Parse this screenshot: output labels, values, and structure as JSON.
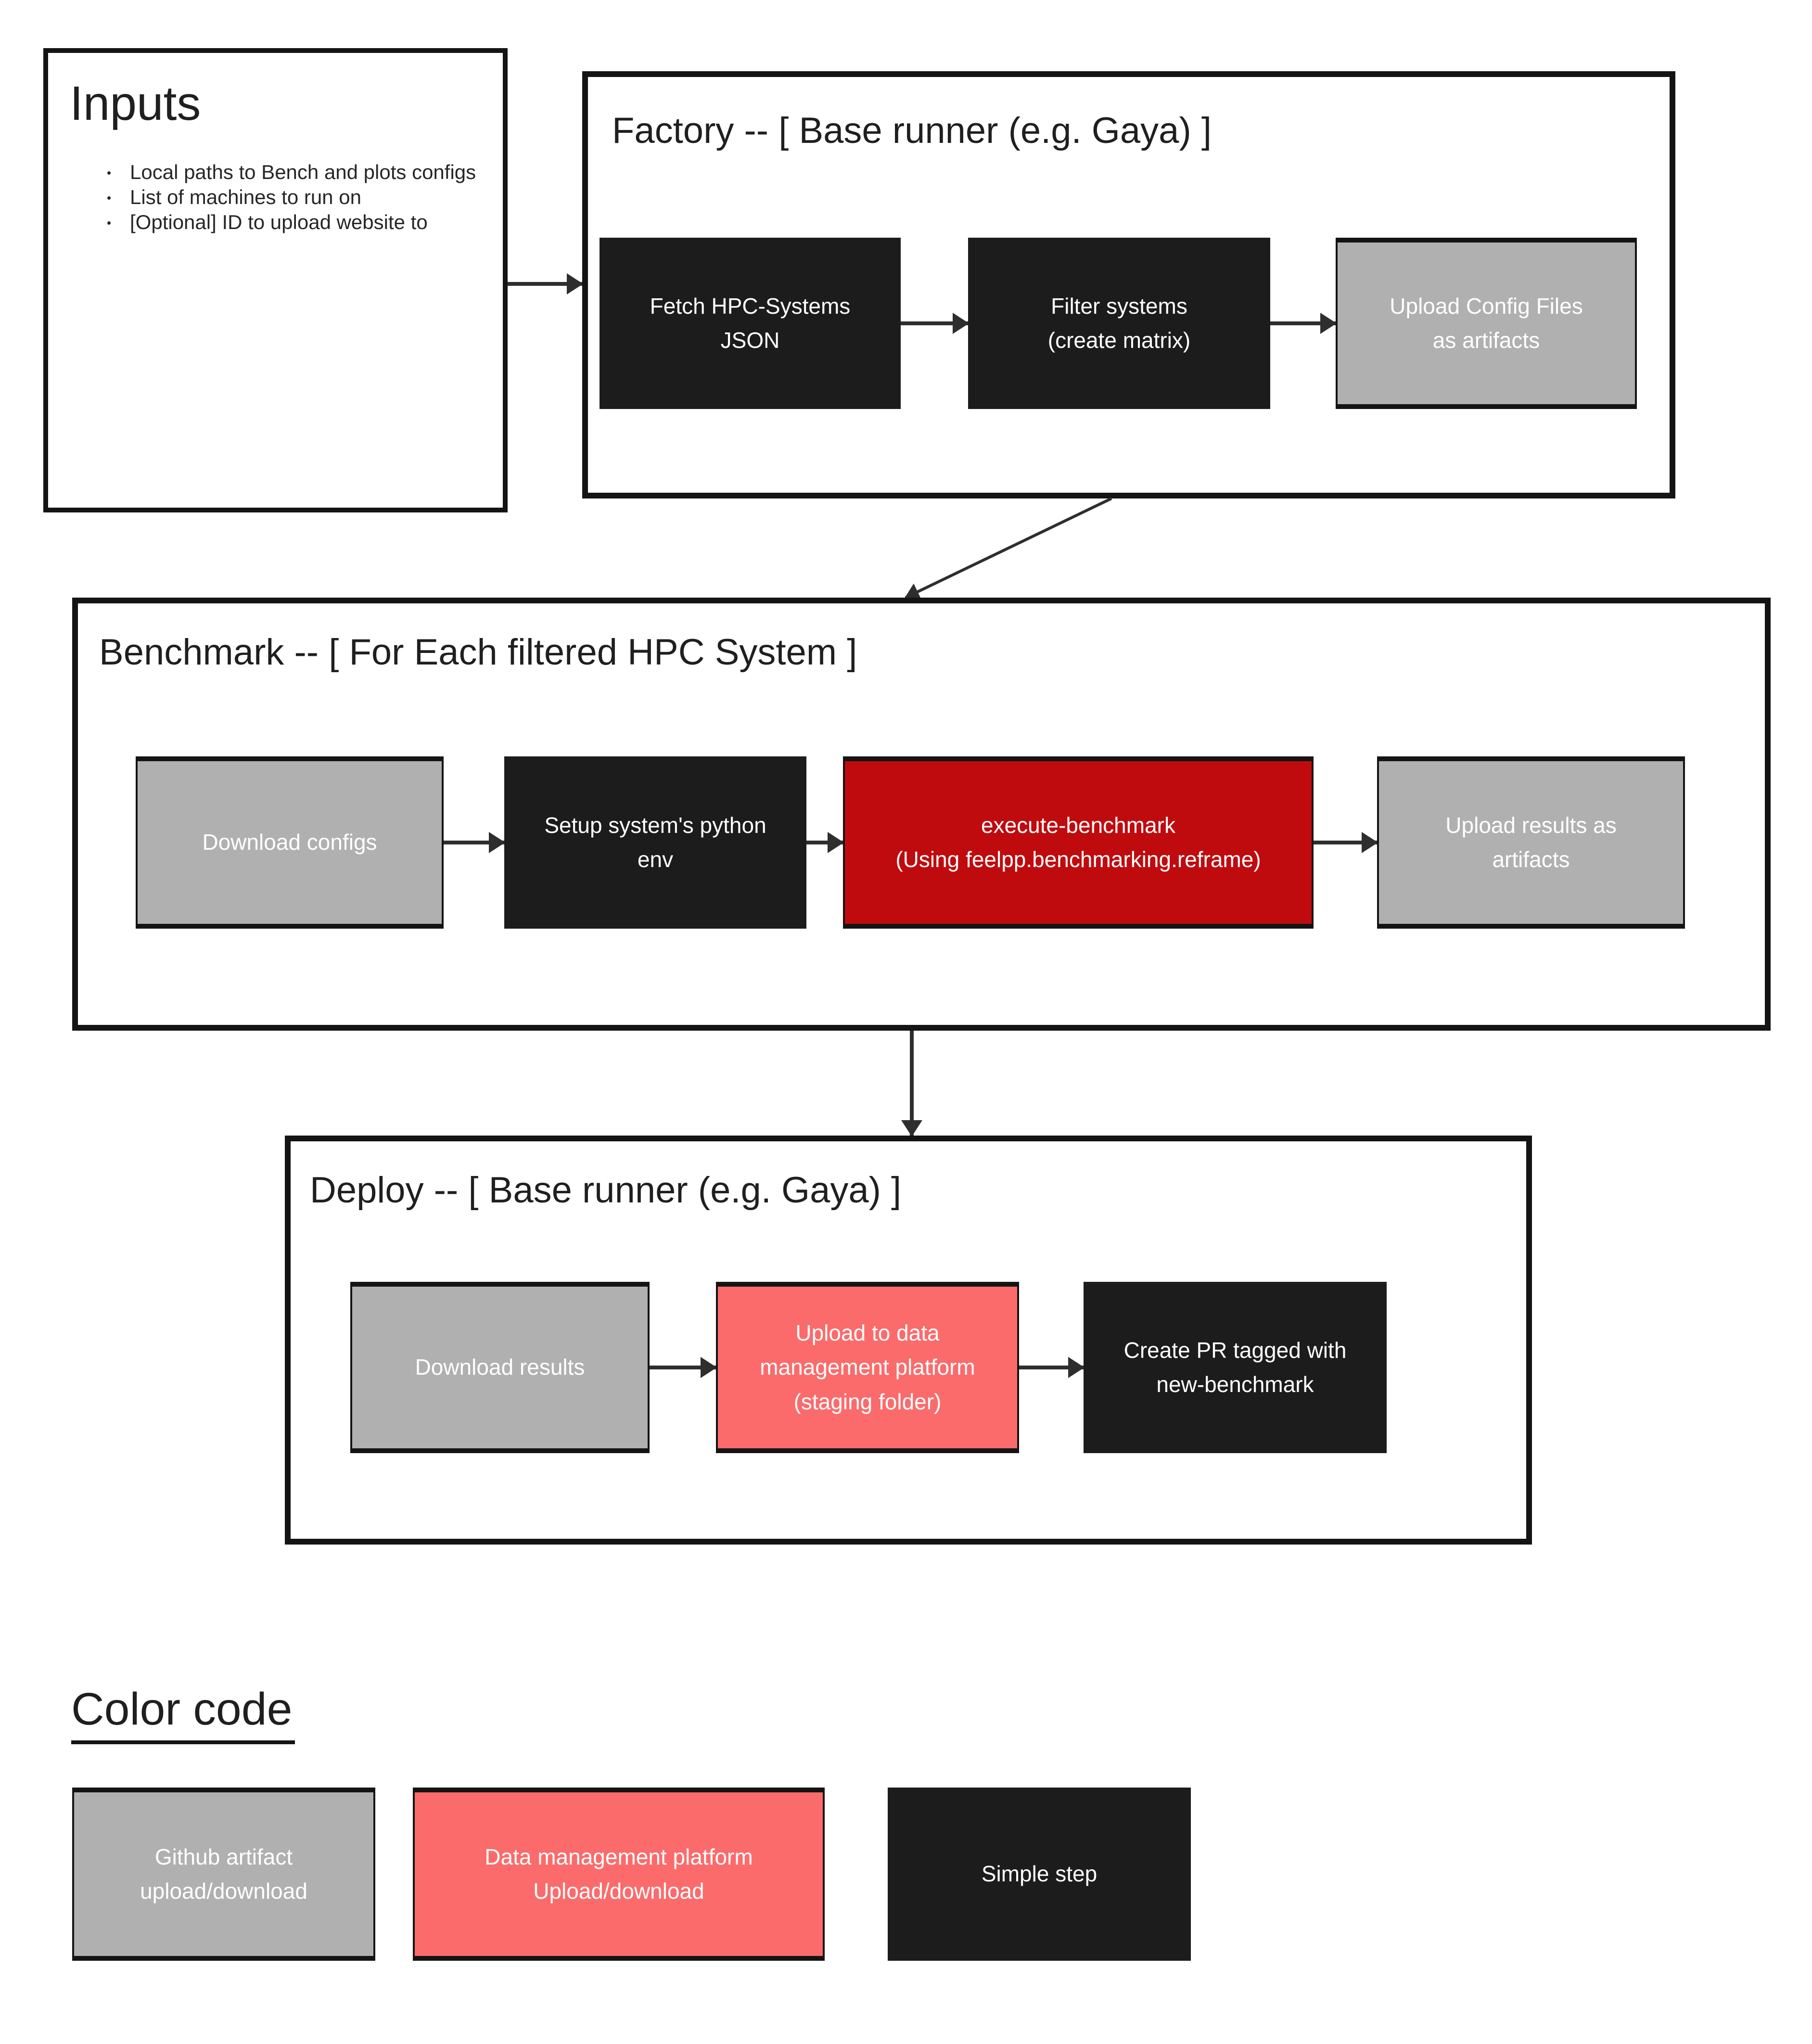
{
  "colors": {
    "background": "#ffffff",
    "heading_text": "#1f1f1f",
    "box_border": "#141414",
    "simple_step": "#1c1c1c",
    "github_artifact": "#b0b0b0",
    "data_management_platform": "#fb6b6b",
    "execute_benchmark": "#c00b0e",
    "step_text": "#ffffff",
    "arrow": "#2e2e2e"
  },
  "inputs": {
    "title": "Inputs",
    "bullets": [
      "Local paths to Bench and plots configs",
      "List of machines to run on",
      "[Optional] ID to upload website to"
    ]
  },
  "factory": {
    "title": "Factory -- [ Base runner (e.g. Gaya) ]",
    "steps": [
      {
        "label": "Fetch HPC-Systems\nJSON",
        "type": "simple-step"
      },
      {
        "label": "Filter systems\n(create matrix)",
        "type": "simple-step"
      },
      {
        "label": "Upload Config Files\nas artifacts",
        "type": "github-artifact"
      }
    ]
  },
  "benchmark": {
    "title": "Benchmark -- [ For Each filtered HPC System ]",
    "steps": [
      {
        "label": "Download configs",
        "type": "github-artifact"
      },
      {
        "label": "Setup system's python\nenv",
        "type": "simple-step"
      },
      {
        "label": "execute-benchmark\n(Using feelpp.benchmarking.reframe)",
        "type": "execute-benchmark"
      },
      {
        "label": "Upload results as\nartifacts",
        "type": "github-artifact"
      }
    ]
  },
  "deploy": {
    "title": "Deploy -- [ Base runner (e.g. Gaya) ]",
    "steps": [
      {
        "label": "Download results",
        "type": "github-artifact"
      },
      {
        "label": "Upload to data\nmanagement platform\n(staging folder)",
        "type": "data-management-platform"
      },
      {
        "label": "Create PR tagged with\nnew-benchmark",
        "type": "simple-step"
      }
    ]
  },
  "legend": {
    "title": "Color code",
    "items": [
      {
        "label": "Github artifact\nupload/download",
        "type": "github-artifact"
      },
      {
        "label": "Data management platform\nUpload/download",
        "type": "data-management-platform"
      },
      {
        "label": "Simple step",
        "type": "simple-step"
      }
    ]
  }
}
